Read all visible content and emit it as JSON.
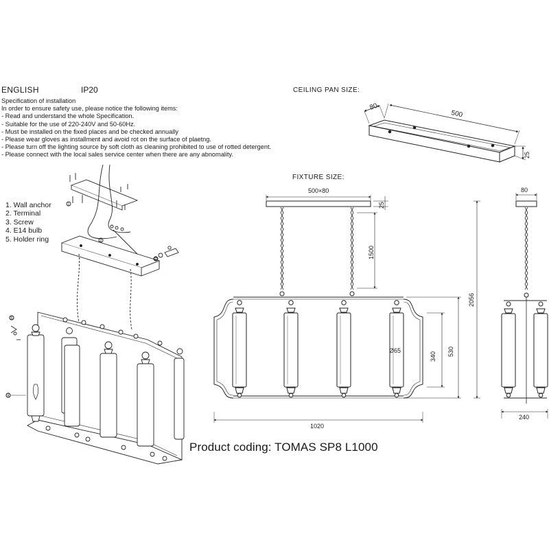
{
  "header": {
    "language": "ENGLISH",
    "ip_rating": "IP20"
  },
  "specification": {
    "title": "Specification of installation",
    "lines": [
      "In order to ensure safety use, please notice the following items:",
      "- Read and understand the whole Specification.",
      "- Suitable for the use of 220-240V and 50-60Hz.",
      "- Must be installed on the fixed places and be checked annually",
      "- Please wear gloves as installment and avoid rot on the surface of plaetng.",
      "- Please turn off the lighting source by soft cloth as cleaning prohibited to use of rotted detergent.",
      "- Please connect with the local sales service center when there are any abnomality."
    ]
  },
  "legend": [
    "1. Wall anchor",
    "2. Terminal",
    "3. Screw",
    "4. E14 bulb",
    "5. Holder ring"
  ],
  "ceiling_pan": {
    "title": "CEILING PAN  SIZE:",
    "dims": {
      "width": "80",
      "length": "500",
      "height": "25"
    }
  },
  "fixture": {
    "title": "FIXTURE SIZE:",
    "dims": {
      "canopy": "500×80",
      "canopy_height": "25",
      "chain": "1500",
      "total_height": "2056",
      "frame_height": "530",
      "shade_height": "340",
      "shade_diameter": "Ø65",
      "width": "1020",
      "side_canopy": "80",
      "depth": "240"
    }
  },
  "exploded_callouts": [
    "1",
    "2",
    "3",
    "4",
    "5"
  ],
  "product_coding": "Product coding: TOMAS SP8 L1000"
}
